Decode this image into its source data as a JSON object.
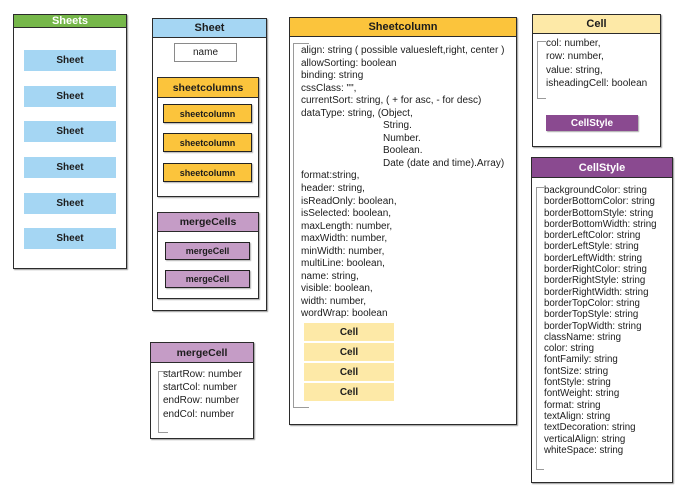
{
  "colors": {
    "green": "#76b74a",
    "light_blue": "#a5d6f3",
    "yellow": "#fbc43c",
    "light_yellow": "#fde9a7",
    "purple": "#8a4a90",
    "light_purple": "#c59cc6"
  },
  "sheets_box": {
    "title": "Sheets",
    "items": [
      "Sheet",
      "Sheet",
      "Sheet",
      "Sheet",
      "Sheet",
      "Sheet"
    ]
  },
  "sheet_box": {
    "title": "Sheet",
    "name_field": "name",
    "sheetcolumns": {
      "title": "sheetcolumns",
      "items": [
        "sheetcolumn",
        "sheetcolumn",
        "sheetcolumn"
      ]
    },
    "mergecells": {
      "title": "mergeCells",
      "items": [
        "mergeCell",
        "mergeCell"
      ]
    }
  },
  "mergecell_box": {
    "title": "mergeCell",
    "lines": [
      "startRow: number",
      "startCol: number",
      "endRow: number",
      "endCol: number"
    ]
  },
  "sheetcolumn_box": {
    "title": "Sheetcolumn",
    "lines": [
      {
        "text": "align: string ( possible valuesleft,right, center )"
      },
      {
        "text": "allowSorting: boolean"
      },
      {
        "text": "binding: string"
      },
      {
        "text": "cssClass: \"\","
      },
      {
        "text": "currentSort: string, ( + for asc, - for desc)"
      },
      {
        "text": "dataType: string, (Object,"
      },
      {
        "text": "String.",
        "indent": true
      },
      {
        "text": "Number.",
        "indent": true
      },
      {
        "text": "Boolean.",
        "indent": true
      },
      {
        "text": "Date (date and time).Array)",
        "indent": true
      },
      {
        "text": "format:string,"
      },
      {
        "text": "header: string,"
      },
      {
        "text": "isReadOnly: boolean,"
      },
      {
        "text": "isSelected: boolean,"
      },
      {
        "text": "maxLength: number,"
      },
      {
        "text": "maxWidth: number,"
      },
      {
        "text": "minWidth: number,"
      },
      {
        "text": "multiLine: boolean,"
      },
      {
        "text": "name: string,"
      },
      {
        "text": "visible: boolean,"
      },
      {
        "text": "width: number,"
      },
      {
        "text": "wordWrap: boolean"
      }
    ],
    "cells": [
      "Cell",
      "Cell",
      "Cell",
      "Cell"
    ]
  },
  "cell_box": {
    "title": "Cell",
    "lines": [
      "col: number,",
      "row: number,",
      "value: string,",
      "isheadingCell: boolean"
    ],
    "button_label": "CellStyle"
  },
  "cellstyle_box": {
    "title": "CellStyle",
    "lines": [
      "backgroundColor: string",
      "borderBottomColor: string",
      "borderBottomStyle: string",
      "borderBottomWidth: string",
      "borderLeftColor: string",
      "borderLeftStyle: string",
      "borderLeftWidth: string",
      "borderRightColor: string",
      "borderRightStyle: string",
      "borderRightWidth: string",
      "borderTopColor: string",
      "borderTopStyle: string",
      "borderTopWidth: string",
      "className: string",
      "color: string",
      "fontFamily: string",
      "fontSize: string",
      "fontStyle: string",
      "fontWeight: string",
      "format: string",
      "textAlign: string",
      "textDecoration: string",
      "verticalAlign: string",
      "whiteSpace: string"
    ]
  }
}
